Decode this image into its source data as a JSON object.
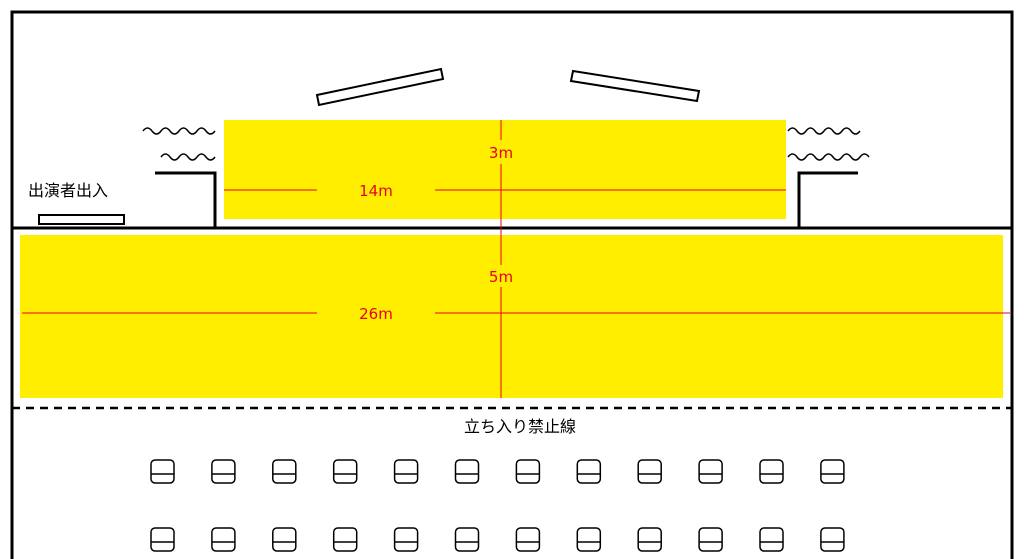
{
  "labels": {
    "performer_entrance": "出演者出入",
    "no_entry_line": "立ち入り禁止線"
  },
  "colors": {
    "area_fill": "#ffee00",
    "dimension_line": "#e8001e",
    "outline": "#000000",
    "background": "#ffffff"
  },
  "upper_stage": {
    "width_label": "14m",
    "depth_label": "3m"
  },
  "lower_stage": {
    "width_label": "26m",
    "depth_label": "5m"
  },
  "seating": {
    "rows": 2,
    "seats_per_row": 12,
    "icon": "chair-icon"
  }
}
